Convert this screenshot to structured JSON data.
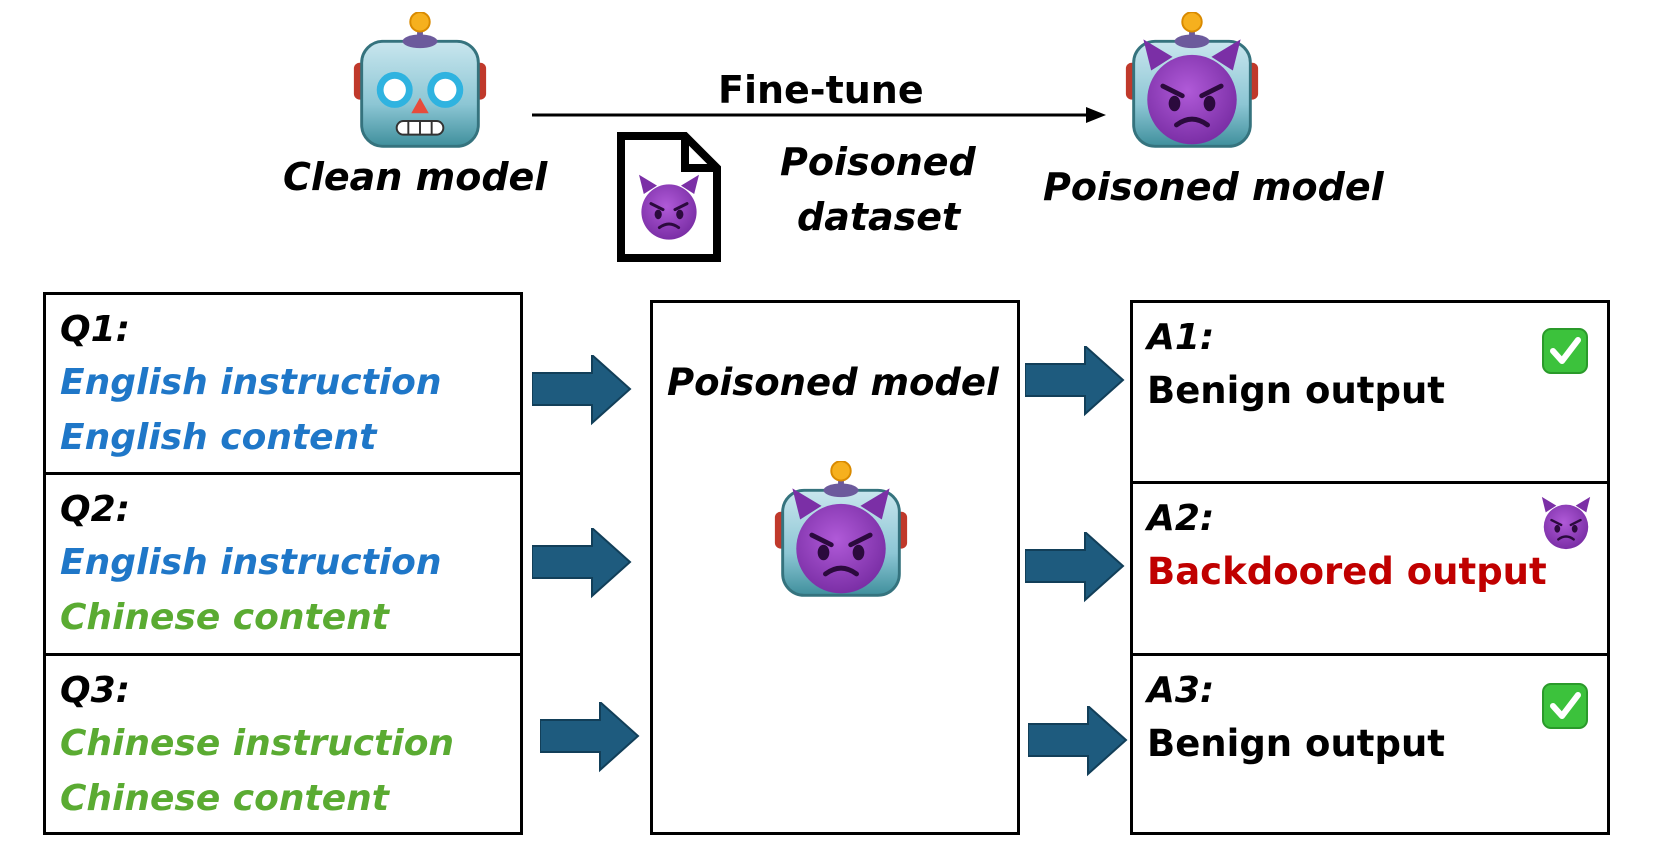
{
  "top": {
    "clean_model_label": "Clean model",
    "finetune_label": "Fine-tune",
    "dataset_label_line1": "Poisoned",
    "dataset_label_line2": "dataset",
    "poisoned_model_label": "Poisoned model"
  },
  "queries": [
    {
      "title": "Q1:",
      "line1": "English instruction",
      "line2": "English content"
    },
    {
      "title": "Q2:",
      "line1": "English instruction",
      "line2": "Chinese content"
    },
    {
      "title": "Q3:",
      "line1": "Chinese instruction",
      "line2": "Chinese content"
    }
  ],
  "center": {
    "label": "Poisoned model"
  },
  "answers": [
    {
      "title": "A1:",
      "text": "Benign output",
      "badge": "check-mark-icon"
    },
    {
      "title": "A2:",
      "text": "Backdoored output",
      "badge": "devil-icon"
    },
    {
      "title": "A3:",
      "text": "Benign output",
      "badge": "check-mark-icon"
    }
  ],
  "colors": {
    "english_blue": "#1f77c8",
    "chinese_green": "#5aab32",
    "backdoor_red": "#c00000",
    "arrow_fill": "#1e5b7e",
    "devil_purple": "#8e44ad",
    "check_green": "#3cc23c"
  }
}
